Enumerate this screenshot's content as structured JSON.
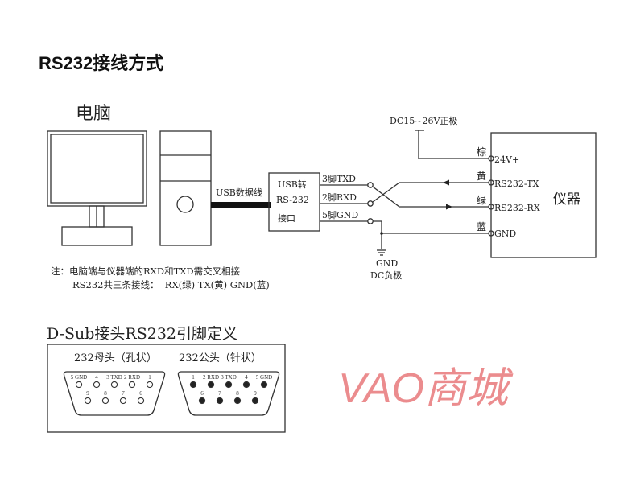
{
  "title": "RS232接线方式",
  "computer": {
    "label": "电脑",
    "cable_label": "USB数据线"
  },
  "adapter": {
    "line1": "USB转",
    "line2": "RS-232",
    "line3": "接口",
    "pins": [
      "3脚TXD",
      "2脚RXD",
      "5脚GND"
    ]
  },
  "power": {
    "positive": "DC15~26V正极",
    "ground": "GND",
    "negative": "DC负极"
  },
  "instrument": {
    "label": "仪器",
    "terminals": [
      {
        "color": "棕",
        "name": "24V+"
      },
      {
        "color": "黄",
        "name": "RS232-TX"
      },
      {
        "color": "绿",
        "name": "RS232-RX"
      },
      {
        "color": "蓝",
        "name": "GND"
      }
    ]
  },
  "note": {
    "line1": "注：电脑端与仪器端的RXD和TXD需交叉相接",
    "line2": "RS232共三条接线：  RX(绿) TX(黄) GND(蓝)"
  },
  "watermark": {
    "text": "VAO商城",
    "color": "#e8787a"
  },
  "dsub": {
    "heading": "D-Sub接头RS232引脚定义",
    "female": {
      "label": "232母头（孔状）",
      "top": [
        "5 GND",
        "4",
        "3 TXD",
        "2 RXD",
        "1"
      ],
      "bottom": [
        "9",
        "8",
        "7",
        "6"
      ]
    },
    "male": {
      "label": "232公头（针状）",
      "top": [
        "1",
        "2 RXD",
        "3 TXD",
        "4",
        "5 GND"
      ],
      "bottom": [
        "6",
        "7",
        "8",
        "9"
      ]
    }
  }
}
